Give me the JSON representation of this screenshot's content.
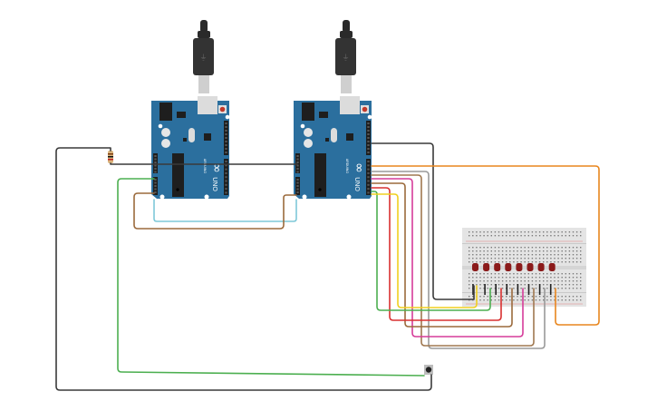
{
  "diagram": {
    "type": "circuit-breadboard",
    "components": {
      "arduino_1": {
        "label": "UNO",
        "brand": "ARDUINO",
        "role": "board-left"
      },
      "arduino_2": {
        "label": "UNO",
        "brand": "ARDUINO",
        "role": "board-right"
      },
      "usb_cable_1": {
        "role": "usb-cable-left"
      },
      "usb_cable_2": {
        "role": "usb-cable-right"
      },
      "resistor": {
        "role": "resistor"
      },
      "pushbutton": {
        "role": "pushbutton"
      },
      "breadboard": {
        "role": "breadboard"
      },
      "leds": {
        "count": 8,
        "color": "#8b1a1a"
      }
    },
    "colors": {
      "board": "#2b6f9e",
      "board_dark": "#1f5a85",
      "wire_black": "#333333",
      "wire_green": "#4caf50",
      "wire_light_blue": "#7ec8d8",
      "wire_brown": "#9b6a3c",
      "wire_orange": "#e8861e",
      "wire_gray": "#9a9a9a",
      "wire_tan": "#a07850",
      "wire_pink": "#d63c9a",
      "wire_red": "#d93030",
      "wire_yellow": "#f0d020",
      "led": "#8b1a1a",
      "breadboard": "#e4e4e4"
    },
    "wires": [
      {
        "name": "resistor-to-board1",
        "color": "black"
      },
      {
        "name": "resistor-to-button-loop",
        "color": "black"
      },
      {
        "name": "board1-to-board2",
        "color": "black"
      },
      {
        "name": "board1-to-button",
        "color": "green"
      },
      {
        "name": "board1-to-board2-cyan",
        "color": "light-blue"
      },
      {
        "name": "board1-to-board2-brown",
        "color": "brown"
      },
      {
        "name": "board2-gnd-to-breadboard",
        "color": "black"
      },
      {
        "name": "board2-to-led8",
        "color": "orange"
      },
      {
        "name": "board2-to-led7",
        "color": "gray"
      },
      {
        "name": "board2-to-led6",
        "color": "tan"
      },
      {
        "name": "board2-to-led5",
        "color": "pink"
      },
      {
        "name": "board2-to-led4",
        "color": "brown"
      },
      {
        "name": "board2-to-led3",
        "color": "red"
      },
      {
        "name": "board2-to-led2",
        "color": "green"
      },
      {
        "name": "board2-to-led1",
        "color": "yellow"
      }
    ]
  }
}
